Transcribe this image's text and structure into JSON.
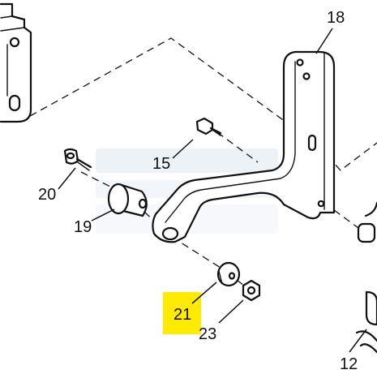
{
  "diagram": {
    "highlight_color": "#ffeb00",
    "line_color": "#111111",
    "watermark_color": "#dfe9f2",
    "callouts": {
      "c18": "18",
      "c15": "15",
      "c20": "20",
      "c19": "19",
      "c21": "21",
      "c23": "23",
      "c12": "12"
    }
  }
}
